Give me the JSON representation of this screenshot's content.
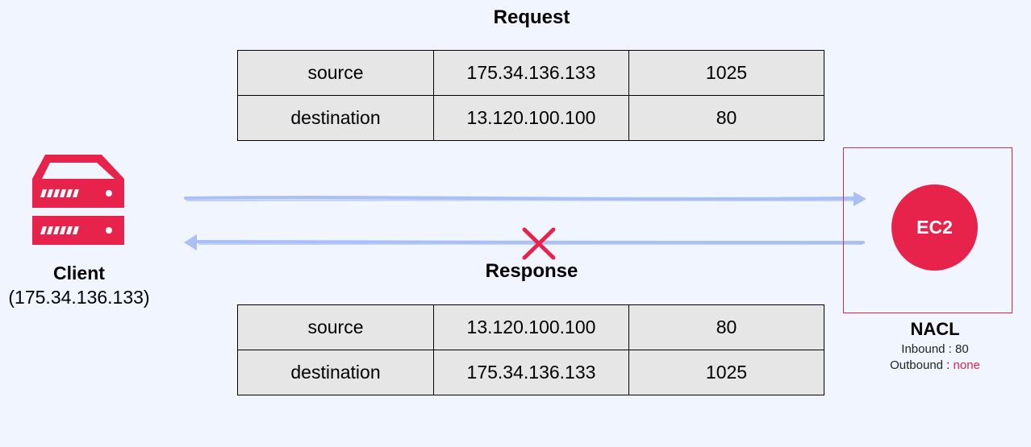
{
  "request": {
    "title": "Request",
    "rows": [
      [
        "source",
        "175.34.136.133",
        "1025"
      ],
      [
        "destination",
        "13.120.100.100",
        "80"
      ]
    ]
  },
  "response": {
    "title": "Response",
    "rows": [
      [
        "source",
        "13.120.100.100",
        "80"
      ],
      [
        "destination",
        "175.34.136.133",
        "1025"
      ]
    ]
  },
  "client": {
    "label": "Client",
    "ip": "(175.34.136.133)",
    "icon": "server-icon"
  },
  "ec2": {
    "label": "EC2"
  },
  "nacl": {
    "title": "NACL",
    "inbound_label": "Inbound : ",
    "inbound_value": "80",
    "outbound_label": "Outbound : ",
    "outbound_value": "none"
  },
  "colors": {
    "accent": "#e8234b",
    "arrow": "#a9c0f5",
    "background": "#f0f5ff",
    "table_fill": "#e6e6e6"
  }
}
